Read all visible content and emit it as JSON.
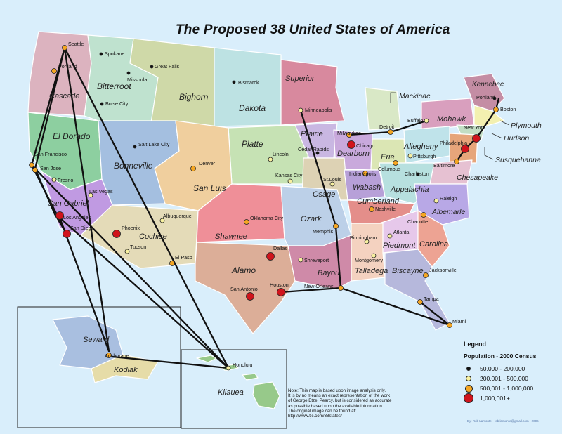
{
  "map": {
    "title": "The Proposed 38 United States of America",
    "colors": {
      "water": "#d9eefb",
      "border": "#ffffff",
      "route": "#111111"
    },
    "states": [
      {
        "id": "cascade",
        "label": "Cascade",
        "color": "#dcb3bf"
      },
      {
        "id": "bitterroot",
        "label": "Bitterroot",
        "color": "#bfe2cf"
      },
      {
        "id": "bighorn",
        "label": "Bighorn",
        "color": "#cfd9a8"
      },
      {
        "id": "dakota",
        "label": "Dakota",
        "color": "#bde2e3"
      },
      {
        "id": "superior",
        "label": "Superior",
        "color": "#d8899e"
      },
      {
        "id": "mackinac",
        "label": "Mackinac",
        "color": "#d9e8c6"
      },
      {
        "id": "kennebec",
        "label": "Kennebec",
        "color": "#c48da4"
      },
      {
        "id": "mohawk",
        "label": "Mohawk",
        "color": "#d99fbe"
      },
      {
        "id": "plymouth",
        "label": "Plymouth",
        "color": "#f3f0b0"
      },
      {
        "id": "hudson",
        "label": "Hudson",
        "color": "#c2dec4"
      },
      {
        "id": "eldorado",
        "label": "El Dorado",
        "color": "#8dcfa0"
      },
      {
        "id": "bonneville",
        "label": "Bonneville",
        "color": "#a4bfe0"
      },
      {
        "id": "platte",
        "label": "Platte",
        "color": "#c6e2b4"
      },
      {
        "id": "prairie",
        "label": "Prairie",
        "color": "#c9b7e2"
      },
      {
        "id": "dearborn",
        "label": "Dearborn",
        "color": "#c9a9dc"
      },
      {
        "id": "erie",
        "label": "Erie",
        "color": "#dbe6b4"
      },
      {
        "id": "allegheny",
        "label": "Allegheny",
        "color": "#bfe3ea"
      },
      {
        "id": "susquehanna",
        "label": "Susquehanna",
        "color": "#e6a57a"
      },
      {
        "id": "chesapeake",
        "label": "Chesapeake",
        "color": "#e6c1d2"
      },
      {
        "id": "sanluis",
        "label": "San Luis",
        "color": "#f0cf9e"
      },
      {
        "id": "osage",
        "label": "Osage",
        "color": "#ddd2b4"
      },
      {
        "id": "wabash",
        "label": "Wabash",
        "color": "#b7a0d8"
      },
      {
        "id": "appalachia",
        "label": "Appalachia",
        "color": "#b7e0df"
      },
      {
        "id": "sangabriel",
        "label": "San Gabriel",
        "color": "#c09ae2"
      },
      {
        "id": "cochise",
        "label": "Cochise",
        "color": "#e4dbb8"
      },
      {
        "id": "shawnee",
        "label": "Shawnee",
        "color": "#ef8f98"
      },
      {
        "id": "ozark",
        "label": "Ozark",
        "color": "#bcd0e8"
      },
      {
        "id": "cumberland",
        "label": "Cumberland",
        "color": "#e48e8a"
      },
      {
        "id": "albemarle",
        "label": "Albemarle",
        "color": "#b8a8e6"
      },
      {
        "id": "piedmont",
        "label": "Piedmont",
        "color": "#e6c8ea"
      },
      {
        "id": "carolina",
        "label": "Carolina",
        "color": "#eda393"
      },
      {
        "id": "alamo",
        "label": "Alamo",
        "color": "#dcae98"
      },
      {
        "id": "bayou",
        "label": "Bayou",
        "color": "#cf8aa8"
      },
      {
        "id": "talladega",
        "label": "Talladega",
        "color": "#f4d2c0"
      },
      {
        "id": "biscayne",
        "label": "Biscayne",
        "color": "#b6b8dc"
      },
      {
        "id": "seward",
        "label": "Seward",
        "color": "#a9bfe0"
      },
      {
        "id": "kodiak",
        "label": "Kodiak",
        "color": "#e6dca8"
      },
      {
        "id": "kilauea",
        "label": "Kilauea",
        "color": "#97c98a"
      }
    ],
    "cities": [
      {
        "name": "Seattle",
        "size": "orange"
      },
      {
        "name": "Spokane",
        "size": "black"
      },
      {
        "name": "Missoula",
        "size": "black"
      },
      {
        "name": "Great Falls",
        "size": "black"
      },
      {
        "name": "Portland",
        "size": "orange"
      },
      {
        "name": "Boise City",
        "size": "black"
      },
      {
        "name": "Bismarck",
        "size": "black"
      },
      {
        "name": "Minneapolis",
        "size": "yellow"
      },
      {
        "name": "Milwaukee",
        "size": "orange"
      },
      {
        "name": "Chicago",
        "size": "red"
      },
      {
        "name": "Detroit",
        "size": "orange"
      },
      {
        "name": "Buffalo",
        "size": "yellow"
      },
      {
        "name": "Portland",
        "size": "black"
      },
      {
        "name": "Boston",
        "size": "orange"
      },
      {
        "name": "New York",
        "size": "red"
      },
      {
        "name": "Philadelphia",
        "size": "red"
      },
      {
        "name": "Baltimore",
        "size": "orange"
      },
      {
        "name": "Pittsburgh",
        "size": "yellow"
      },
      {
        "name": "San Francisco",
        "size": "orange"
      },
      {
        "name": "San Jose",
        "size": "orange"
      },
      {
        "name": "Fresno",
        "size": "yellow"
      },
      {
        "name": "Salt Lake City",
        "size": "black"
      },
      {
        "name": "Denver",
        "size": "orange"
      },
      {
        "name": "Lincoln",
        "size": "yellow"
      },
      {
        "name": "Kansas City",
        "size": "yellow"
      },
      {
        "name": "Cedar Rapids",
        "size": "black"
      },
      {
        "name": "St.Louis",
        "size": "yellow"
      },
      {
        "name": "Indianapolis",
        "size": "orange"
      },
      {
        "name": "Columbus",
        "size": "orange"
      },
      {
        "name": "Charleston",
        "size": "black"
      },
      {
        "name": "Las Vegas",
        "size": "yellow"
      },
      {
        "name": "Los Angeles",
        "size": "red"
      },
      {
        "name": "San Diego",
        "size": "red"
      },
      {
        "name": "Phoenix",
        "size": "red"
      },
      {
        "name": "Tucson",
        "size": "yellow"
      },
      {
        "name": "Albuquerque",
        "size": "yellow"
      },
      {
        "name": "El Paso",
        "size": "orange"
      },
      {
        "name": "Oklahoma City",
        "size": "orange"
      },
      {
        "name": "Dallas",
        "size": "red"
      },
      {
        "name": "San Antonio",
        "size": "red"
      },
      {
        "name": "Houston",
        "size": "red"
      },
      {
        "name": "Shreveport",
        "size": "yellow"
      },
      {
        "name": "Memphis",
        "size": "orange"
      },
      {
        "name": "Nashville",
        "size": "orange"
      },
      {
        "name": "Birmingham",
        "size": "yellow"
      },
      {
        "name": "Atlanta",
        "size": "yellow"
      },
      {
        "name": "Montgomery",
        "size": "yellow"
      },
      {
        "name": "Charlotte",
        "size": "orange"
      },
      {
        "name": "Raleigh",
        "size": "yellow"
      },
      {
        "name": "Jacksonville",
        "size": "orange"
      },
      {
        "name": "Tampa",
        "size": "orange"
      },
      {
        "name": "Miami",
        "size": "orange"
      },
      {
        "name": "New Orleans",
        "size": "orange"
      },
      {
        "name": "Anchorage",
        "size": "orange"
      },
      {
        "name": "Honolulu",
        "size": "yellow"
      }
    ]
  },
  "legend": {
    "title": "Legend",
    "subtitle": "Population - 2000 Census",
    "items": [
      {
        "label": "50,000 - 200,000",
        "color": "#111111",
        "size": 4
      },
      {
        "label": "200,001 - 500,000",
        "color": "#f7f0a0",
        "size": 7
      },
      {
        "label": "500,001 - 1,000,000",
        "color": "#f5a623",
        "size": 10
      },
      {
        "label": "1,000,001+",
        "color": "#d0141c",
        "size": 13
      }
    ]
  },
  "note": [
    "Note:  This map is based upon image analysis only.",
    "It is by no means an exact representation of the work",
    "of George Etzel Pearcy, but is considered as accurate",
    "as possible based upon the available information.",
    "The original image can be found at:",
    "http://www.tjc.com/38states/"
  ],
  "credit": "By: Rob Lamonte - rob.lamonte@gmail.com - 2006"
}
